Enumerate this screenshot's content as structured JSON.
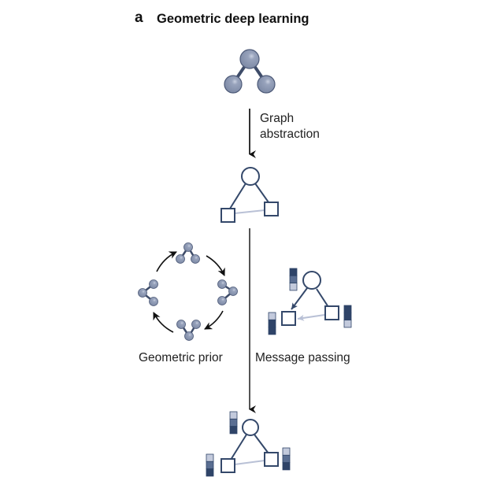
{
  "panel": {
    "letter": "a",
    "title": "Geometric deep learning"
  },
  "labels": {
    "graph_abstraction_line1": "Graph",
    "graph_abstraction_line2": "abstraction",
    "geometric_prior": "Geometric prior",
    "message_passing": "Message passing"
  },
  "colors": {
    "atom_fill": "#8592ac",
    "atom_stroke": "#4d5a78",
    "bond": "#3e4c69",
    "graph_stroke": "#34486a",
    "edge_light": "#b9c1d6",
    "arrow": "#111111",
    "feature_dark": "#2f4468",
    "feature_mid": "#5a6e92",
    "feature_light": "#c3cadc"
  },
  "feature_vectors": {
    "message_passing_circle": [
      "dark",
      "mid",
      "light"
    ],
    "message_passing_left": [
      "light",
      "dark",
      "dark"
    ],
    "message_passing_right": [
      "dark",
      "dark",
      "light"
    ],
    "output_circle": [
      "light",
      "mid",
      "dark"
    ],
    "output_left": [
      "light",
      "mid",
      "dark"
    ],
    "output_right": [
      "light",
      "mid",
      "dark"
    ]
  }
}
